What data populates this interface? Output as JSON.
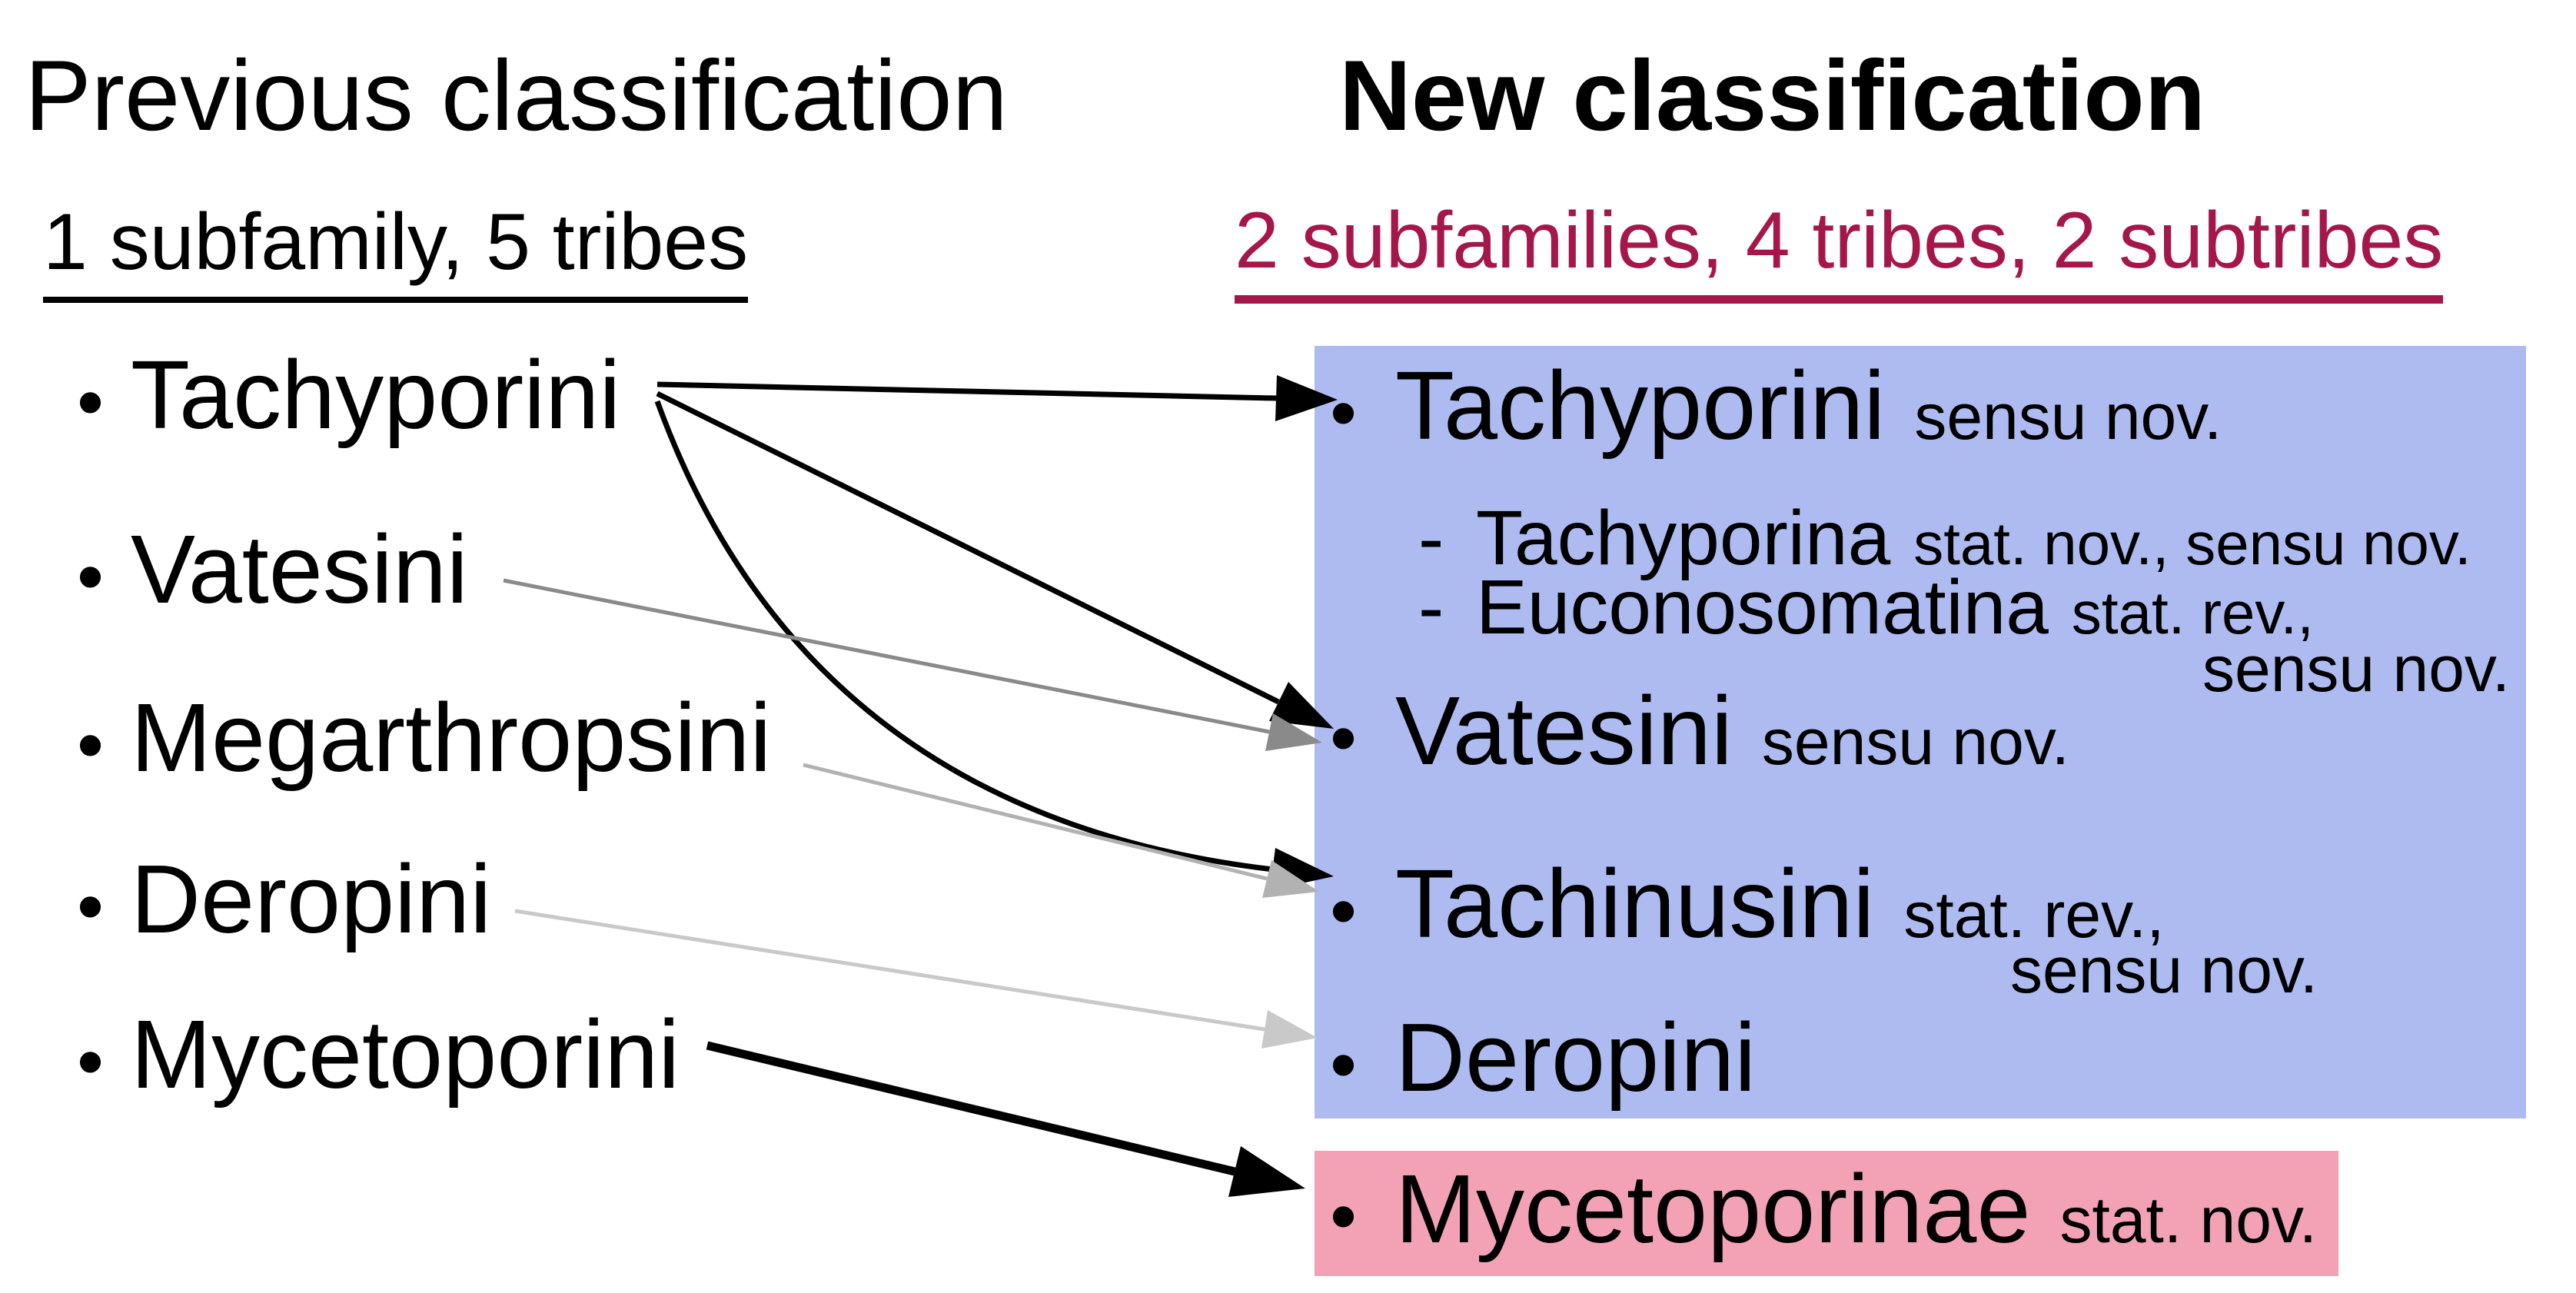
{
  "figure": {
    "bullet_char": "•",
    "dash_char": "-"
  },
  "previous": {
    "title": "Previous classification",
    "subtitle": "1 subfamily, 5 tribes",
    "items": [
      "Tachyporini",
      "Vatesini",
      "Megarthropsini",
      "Deropini",
      "Mycetoporini"
    ]
  },
  "new": {
    "title": "New classification",
    "subtitle": "2 subfamilies, 4 tribes, 2 subtribes",
    "items": [
      {
        "name": "Tachyporini",
        "note": "sensu nov."
      },
      {
        "name": "Tachyporina",
        "note": "stat. nov., sensu nov."
      },
      {
        "name": "Euconosomatina",
        "note": "stat. rev.,",
        "note2": "sensu nov."
      },
      {
        "name": "Vatesini",
        "note": "sensu nov."
      },
      {
        "name": "Tachinusini",
        "note": "stat. rev.,",
        "note2": "sensu nov."
      },
      {
        "name": "Deropini"
      },
      {
        "name": "Mycetoporinae",
        "note": "stat. nov."
      }
    ]
  },
  "colors": {
    "accent_red": "#a5174b",
    "blue_box": "#aebbf0",
    "pink_box": "#f3a2b5",
    "arrow_black": "#000000",
    "arrow_gray": "#8a8a8a",
    "arrow_light_gray": "#b2b2b2",
    "arrow_lighter_gray": "#c9c9c9"
  },
  "arrows": [
    {
      "from": "Tachyporini",
      "to": "Tachyporini sensu nov.",
      "color": "#000000"
    },
    {
      "from": "Tachyporini",
      "to": "Vatesini sensu nov.",
      "color": "#000000"
    },
    {
      "from": "Tachyporini",
      "to": "Tachinusini",
      "color": "#000000"
    },
    {
      "from": "Vatesini",
      "to": "Vatesini sensu nov.",
      "color": "#8a8a8a"
    },
    {
      "from": "Megarthropsini",
      "to": "Tachinusini",
      "color": "#b2b2b2"
    },
    {
      "from": "Deropini",
      "to": "Deropini",
      "color": "#c9c9c9"
    },
    {
      "from": "Mycetoporini",
      "to": "Mycetoporinae",
      "color": "#000000"
    }
  ]
}
